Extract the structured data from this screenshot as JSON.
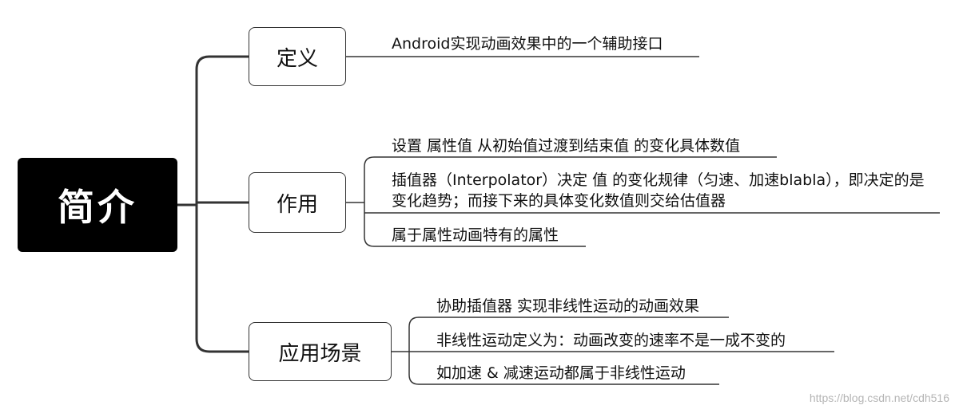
{
  "root": {
    "label": "简介"
  },
  "topics": [
    {
      "id": "definition",
      "label": "定义",
      "items": [
        "Android实现动画效果中的一个辅助接口"
      ]
    },
    {
      "id": "function",
      "label": "作用",
      "items": [
        "设置 属性值 从初始值过渡到结束值 的变化具体数值",
        "插值器（Interpolator）决定 值 的变化规律（匀速、加速blabla），即决定的是变化趋势；而接下来的具体变化数值则交给估值器",
        "属于属性动画特有的属性"
      ]
    },
    {
      "id": "scenarios",
      "label": "应用场景",
      "items": [
        "协助插值器 实现非线性运动的动画效果",
        "非线性运动定义为：动画改变的速率不是一成不变的",
        "如加速 & 减速运动都属于非线性运动"
      ]
    }
  ],
  "watermark": "https://blog.csdn.net/cdh516",
  "colors": {
    "root_bg": "#000000",
    "line": "#333333",
    "watermark": "#b5b5b5"
  }
}
